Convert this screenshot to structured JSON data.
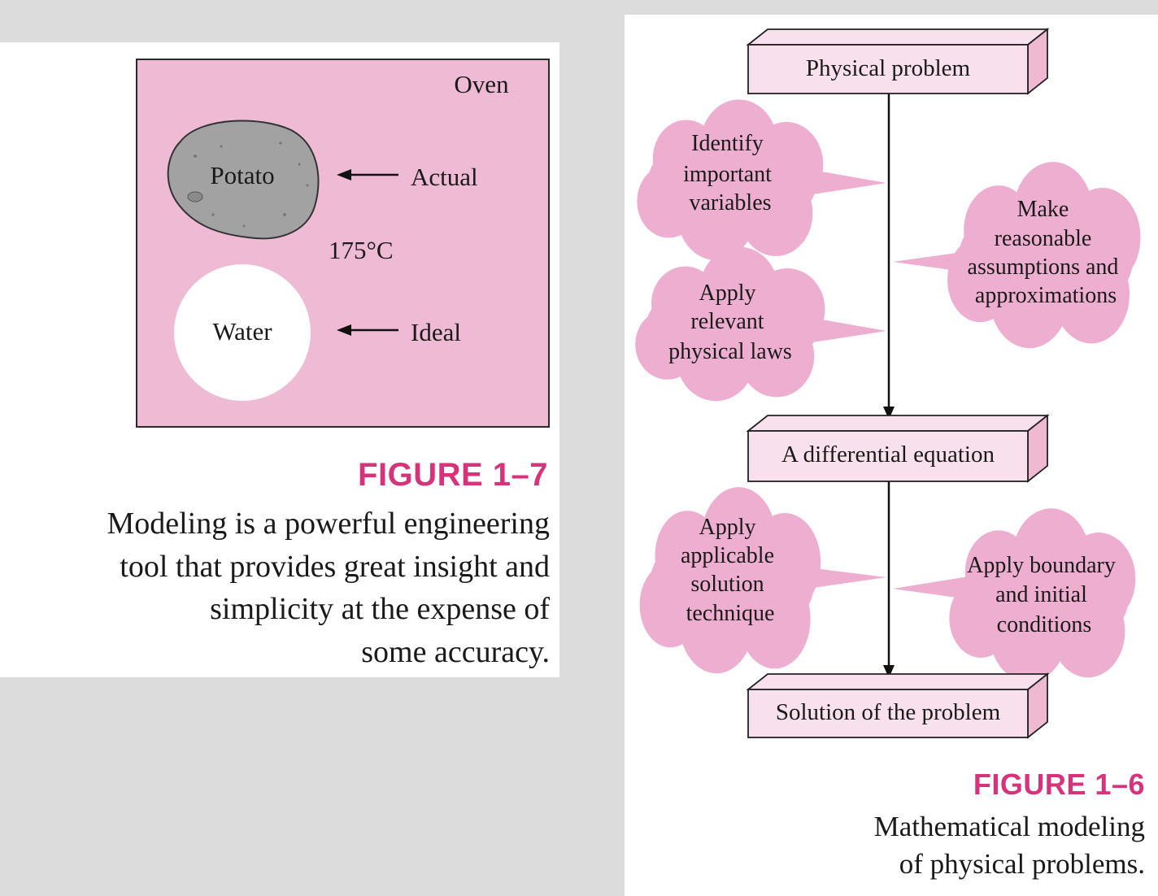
{
  "figure_left": {
    "number": "FIGURE 1–7",
    "caption_lines": [
      "Modeling is a powerful engineering",
      "tool that provides great insight and",
      "simplicity at the expense of",
      "some accuracy."
    ],
    "oven_label": "Oven",
    "potato_label": "Potato",
    "actual_label": "Actual",
    "temperature": "175°C",
    "water_label": "Water",
    "ideal_label": "Ideal"
  },
  "figure_right": {
    "number": "FIGURE 1–6",
    "caption_lines": [
      "Mathematical modeling",
      "of physical problems."
    ],
    "boxes": {
      "physical_problem": "Physical problem",
      "differential_equation": "A differential equation",
      "solution": "Solution of the problem"
    },
    "clouds": {
      "identify": [
        "Identify",
        "important",
        "variables"
      ],
      "assumptions": [
        "Make",
        "reasonable",
        "assumptions and",
        "approximations"
      ],
      "laws": [
        "Apply",
        "relevant",
        "physical laws"
      ],
      "technique": [
        "Apply",
        "applicable",
        "solution",
        "technique"
      ],
      "boundary": [
        "Apply boundary",
        "and initial",
        "conditions"
      ]
    }
  },
  "colors": {
    "page_bg": "#dcdcdc",
    "oven_fill": "#efbbd4",
    "box_face": "#f8e0ec",
    "box_side": "#efb9d2",
    "cloud": "#eeaed0",
    "accent": "#d6337a"
  }
}
